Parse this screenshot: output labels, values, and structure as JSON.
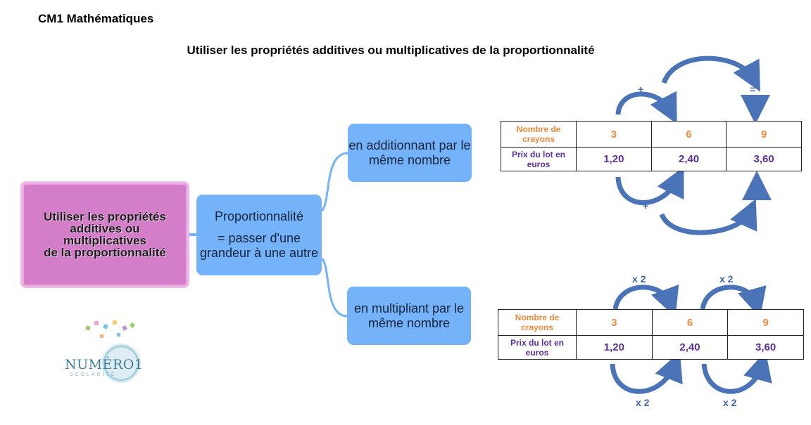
{
  "header": {
    "subject": "CM1 Mathématiques",
    "title": "Utiliser les propriétés additives ou multiplicatives de la proportionnalité"
  },
  "mindmap": {
    "main": {
      "line1": "Utiliser les propriétés",
      "line2": "additives ou",
      "line3": "multiplicatives",
      "line4": "de la proportionnalité"
    },
    "center": {
      "line1": "Proportionnalité",
      "line2": "= passer d'une grandeur à une autre"
    },
    "branch_add": "en additionnant par le même nombre",
    "branch_mul": "en multipliant par le même nombre"
  },
  "table_add": {
    "row1_label": "Nombre de crayons",
    "row1_values": [
      "3",
      "6",
      "9"
    ],
    "row2_label": "Prix du lot en euros",
    "row2_values": [
      "1,20",
      "2,40",
      "3,60"
    ],
    "arrow_top_left": "+",
    "arrow_top_right": "=",
    "arrow_bottom_left": "+",
    "arrow_bottom_right": "="
  },
  "table_mul": {
    "row1_label": "Nombre de crayons",
    "row1_values": [
      "3",
      "6",
      "9"
    ],
    "row2_label": "Prix du lot en euros",
    "row2_values": [
      "1,20",
      "2,40",
      "3,60"
    ],
    "arrow_top_left": "x 2",
    "arrow_top_right": "x 2",
    "arrow_bottom_left": "x 2",
    "arrow_bottom_right": "x 2"
  },
  "logo": {
    "word": "NUMÉRO1",
    "sub": "SCOLARITÉ"
  },
  "colors": {
    "main_node": "#d47ec9",
    "blue_node": "#74b3fa",
    "arrow": "#4a73b8",
    "row1_text": "#f08a3c",
    "row2_text": "#5a2fa0"
  }
}
